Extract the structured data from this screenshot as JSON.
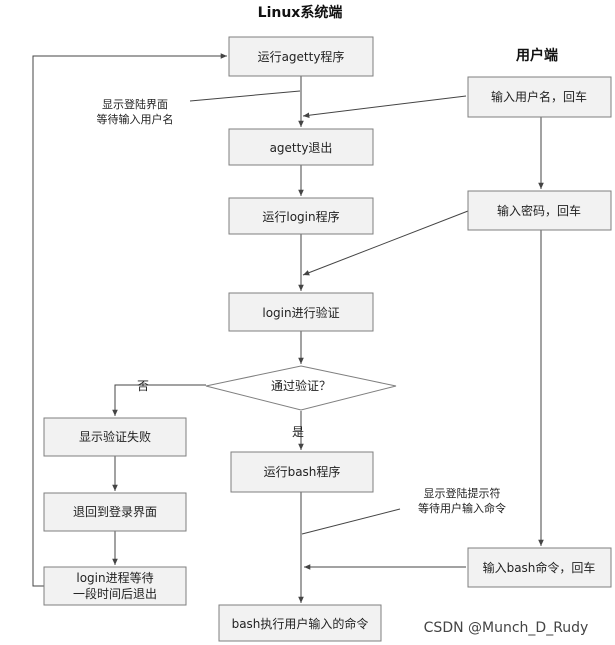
{
  "titles": {
    "linux": "Linux系统端",
    "user": "用户端"
  },
  "nodes": {
    "agetty_start": "运行agetty程序",
    "agetty_exit": "agetty退出",
    "login_start": "运行login程序",
    "login_verify": "login进行验证",
    "verify_decision": "通过验证？",
    "verify_fail": "显示验证失败",
    "back_to_login": "退回到登录界面",
    "login_wait_line1": "login进程等待",
    "login_wait_line2": "一段时间后退出",
    "bash_start": "运行bash程序",
    "bash_exec": "bash执行用户输入的命令",
    "user_input_name": "输入用户名，回车",
    "user_input_pass": "输入密码，回车",
    "user_input_bash": "输入bash命令，回车"
  },
  "labels": {
    "no": "否",
    "yes": "是"
  },
  "annotations": {
    "login_prompt_line1": "显示登陆界面",
    "login_prompt_line2": "等待输入用户名",
    "bash_prompt_line1": "显示登陆提示符",
    "bash_prompt_line2": "等待用户输入命令"
  },
  "watermark": "CSDN @Munch_D_Rudy"
}
